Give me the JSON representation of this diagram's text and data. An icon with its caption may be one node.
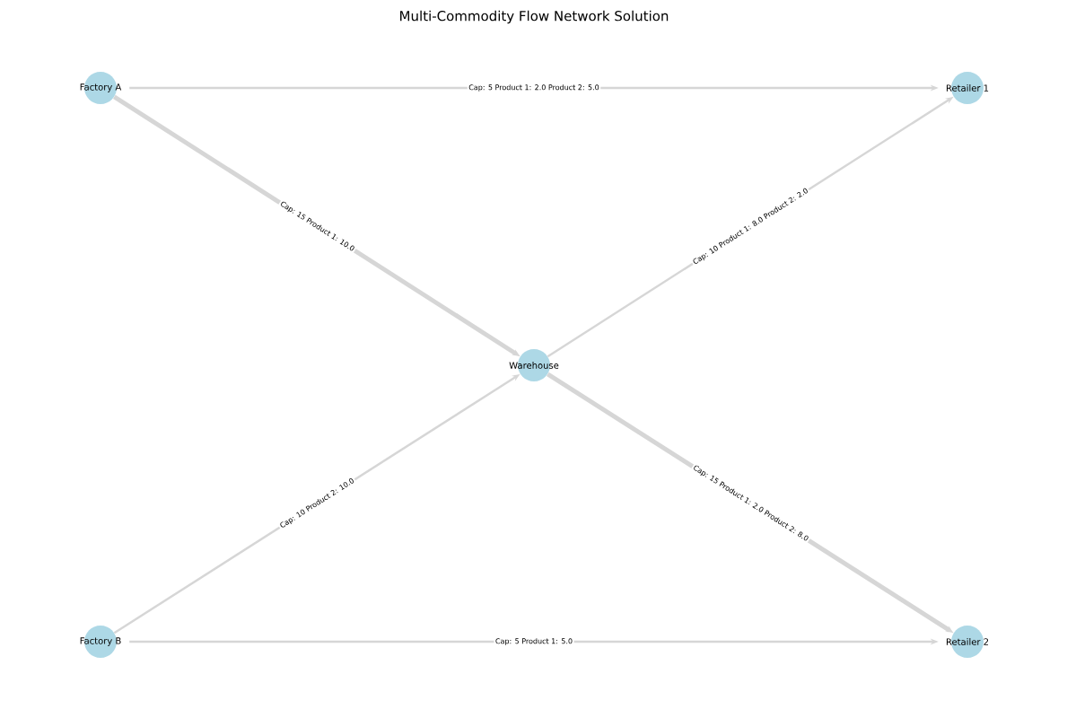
{
  "diagram": {
    "title": "Multi-Commodity Flow Network Solution",
    "nodes": [
      {
        "text": [
          "Factory A"
        ]
      },
      {
        "text": [
          "Retailer 1"
        ]
      },
      {
        "text": [
          "Warehouse"
        ]
      },
      {
        "text": [
          "Factory B"
        ]
      },
      {
        "text": [
          "Retailer 2"
        ]
      }
    ],
    "edges": [
      {
        "from": 0,
        "to": 1,
        "arrow": "to",
        "label": "Cap: 5 Product 1: 2.0 Product 2: 5.0"
      },
      {
        "from": 0,
        "to": 2,
        "arrow": "to",
        "label": "Cap: 15 Product 1: 10.0",
        "style": "thick"
      },
      {
        "from": 2,
        "to": 1,
        "arrow": "to",
        "label": "Cap: 10 Product 1: 8.0 Product 2: 2.0"
      },
      {
        "from": 3,
        "to": 2,
        "arrow": "to",
        "label": "Cap: 10 Product 2: 10.0"
      },
      {
        "from": 2,
        "to": 4,
        "arrow": "to",
        "label": "Cap: 15 Product 1: 2.0 Product 2: 8.0",
        "style": "thick"
      },
      {
        "from": 3,
        "to": 4,
        "arrow": "to",
        "label": "Cap: 5 Product 1: 5.0"
      }
    ]
  }
}
